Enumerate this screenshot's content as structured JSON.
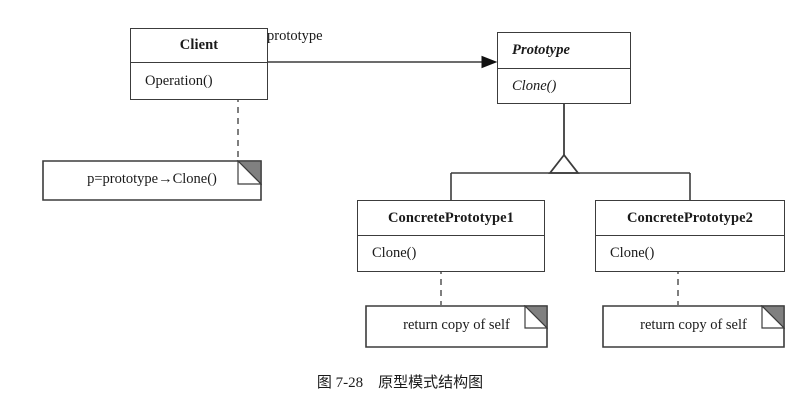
{
  "diagram": {
    "title": "Prototype pattern structure (UML class diagram)",
    "caption": "图 7-28　原型模式结构图",
    "colors": {
      "stroke": "#3c3c3c",
      "fill": "#ffffff",
      "note_fold": "#808080",
      "text": "#1a1a1a"
    },
    "classes": [
      {
        "id": "client",
        "name": "Client",
        "operation": "Operation()",
        "abstract": false
      },
      {
        "id": "prototype",
        "name": "Prototype",
        "operation": "Clone()",
        "abstract": true
      },
      {
        "id": "concrete1",
        "name": "ConcretePrototype1",
        "operation": "Clone()",
        "abstract": false
      },
      {
        "id": "concrete2",
        "name": "ConcretePrototype2",
        "operation": "Clone()",
        "abstract": false
      }
    ],
    "notes": [
      {
        "id": "note-client",
        "text": "p=prototype→Clone()"
      },
      {
        "id": "note-concrete1",
        "text": "return copy of self"
      },
      {
        "id": "note-concrete2",
        "text": "return copy of self"
      }
    ],
    "edges": [
      {
        "id": "association-client-prototype",
        "from": "client",
        "to": "prototype",
        "label": "prototype",
        "kind": "association-arrow"
      },
      {
        "id": "generalization-concrete1",
        "from": "concrete1",
        "to": "prototype",
        "label": "",
        "kind": "generalization"
      },
      {
        "id": "generalization-concrete2",
        "from": "concrete2",
        "to": "prototype",
        "label": "",
        "kind": "generalization"
      },
      {
        "id": "anchor-note-client",
        "from": "client.Operation()",
        "to": "note-client",
        "label": "",
        "kind": "note-anchor"
      },
      {
        "id": "anchor-note-concrete1",
        "from": "concrete1.Clone()",
        "to": "note-concrete1",
        "label": "",
        "kind": "note-anchor"
      },
      {
        "id": "anchor-note-concrete2",
        "from": "concrete2.Clone()",
        "to": "note-concrete2",
        "label": "",
        "kind": "note-anchor"
      }
    ]
  }
}
